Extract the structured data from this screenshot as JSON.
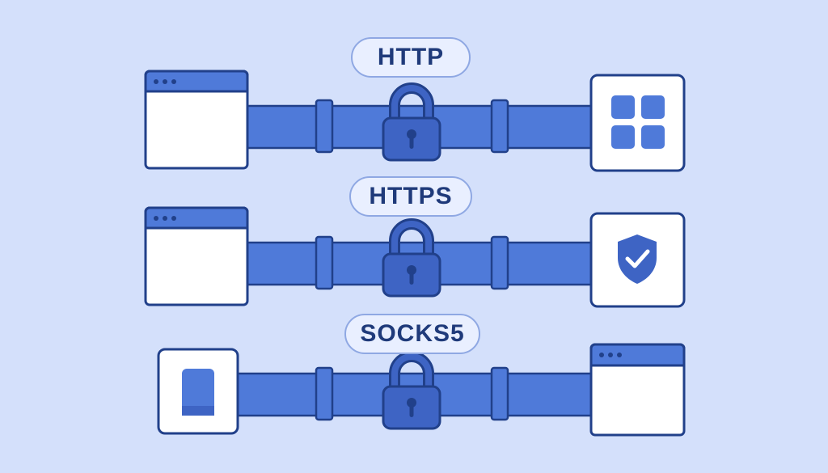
{
  "protocols": [
    {
      "label": "HTTP"
    },
    {
      "label": "HTTPS"
    },
    {
      "label": "SOCKS5"
    }
  ],
  "icons": {
    "row1_left": "browser-window-icon",
    "row1_right": "app-grid-icon",
    "row2_left": "browser-window-icon",
    "row2_right": "shield-check-icon",
    "row3_left": "mobile-device-icon",
    "row3_right": "browser-window-icon",
    "lock": "padlock-icon"
  },
  "colors": {
    "background": "#d4e0fb",
    "tunnel": "#4f7ad9",
    "outline": "#21408a",
    "lock": "#3e64c4",
    "pill_fill": "#e9efff",
    "pill_border": "#8fa8e3",
    "label_text": "#1f3a7a"
  }
}
